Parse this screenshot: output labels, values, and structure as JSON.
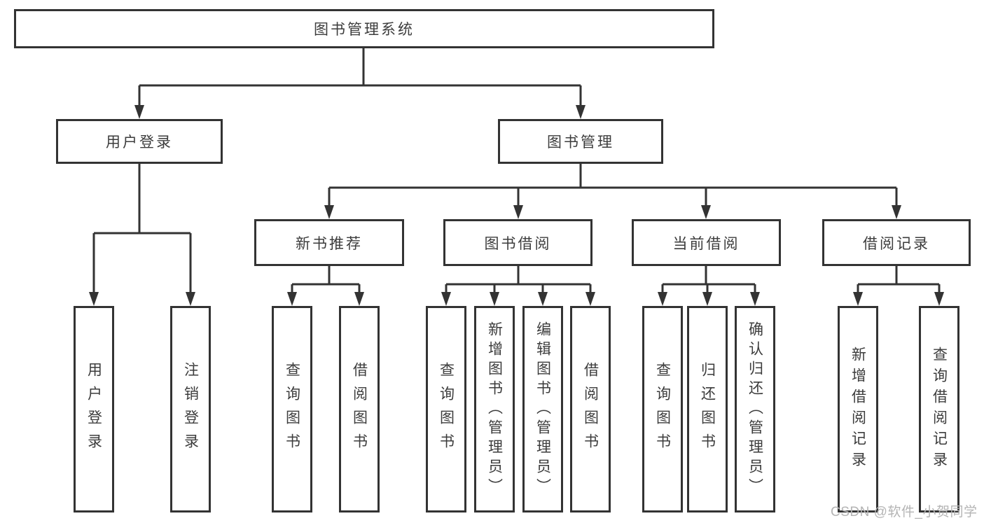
{
  "title": "图书管理系统",
  "tree": {
    "root": {
      "label": "图书管理系统"
    },
    "user_login": {
      "label": "用户登录",
      "children": [
        "用户登录",
        "注销登录"
      ]
    },
    "book_mgmt": {
      "label": "图书管理"
    },
    "new_book": {
      "label": "新书推荐",
      "children": [
        "查询图书",
        "借阅图书"
      ]
    },
    "borrow": {
      "label": "图书借阅",
      "children": [
        "查询图书",
        "新增图书（管理员）",
        "编辑图书（管理员）",
        "借阅图书"
      ]
    },
    "current": {
      "label": "当前借阅",
      "children": [
        "查询图书",
        "归还图书",
        "确认归还（管理员）"
      ]
    },
    "record": {
      "label": "借阅记录",
      "children": [
        "新增借阅记录",
        "查询借阅记录"
      ]
    }
  },
  "watermark": {
    "label": "CSDN @软件_小贺同学"
  },
  "colors": {
    "line": "#333333",
    "text": "#3c3c3c",
    "watermark": "#b4b4b4",
    "bg": "#ffffff"
  }
}
